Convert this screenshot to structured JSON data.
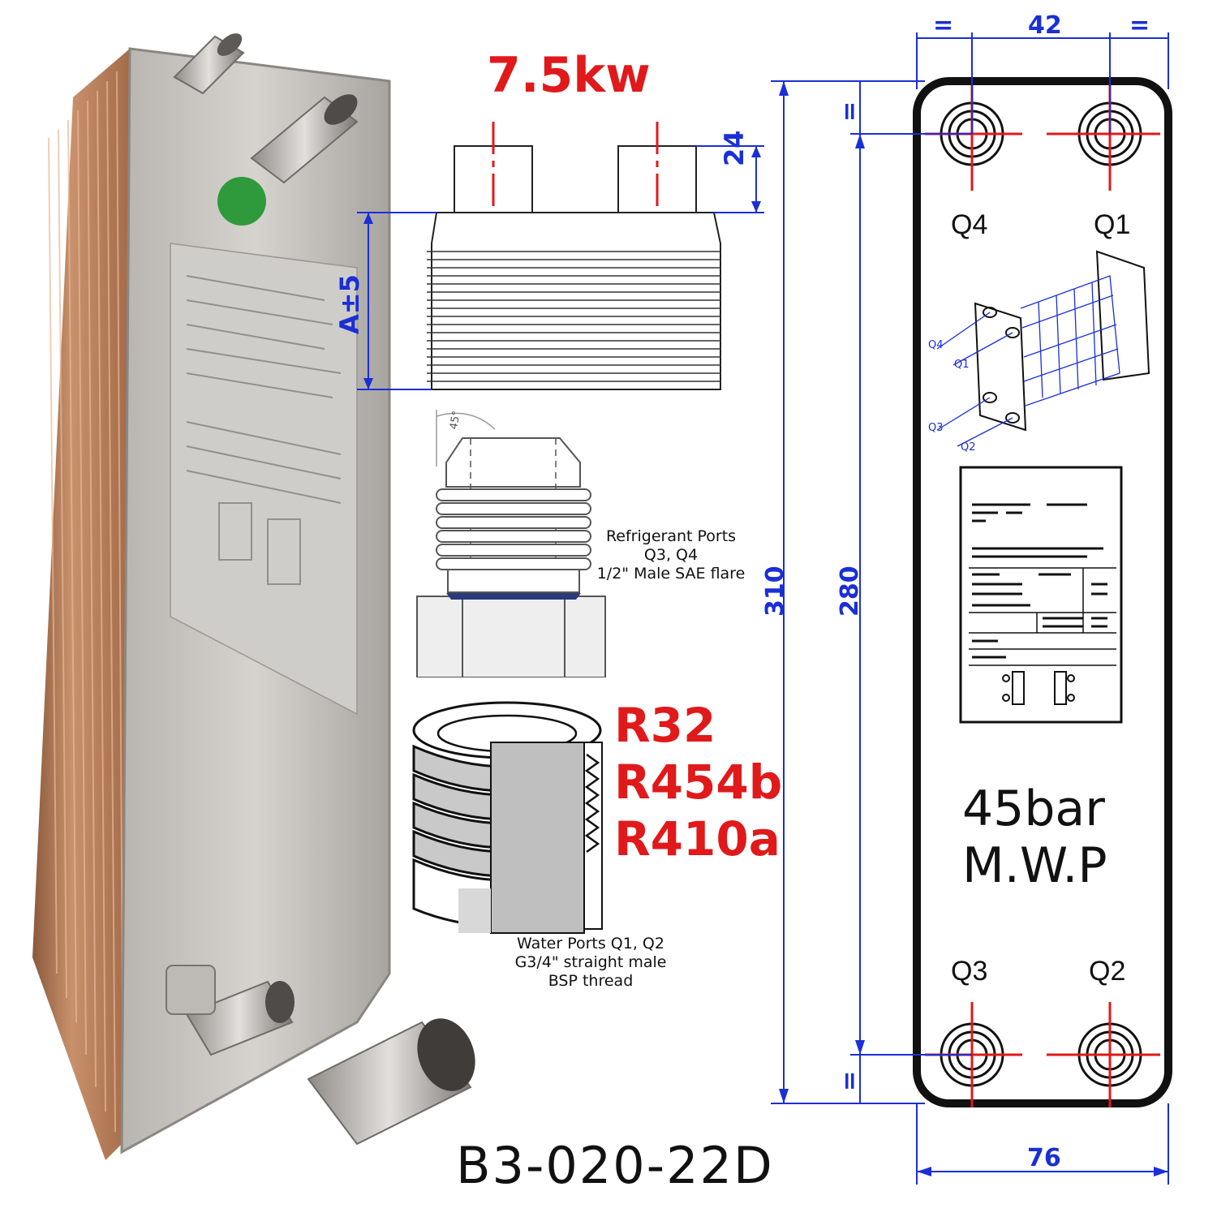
{
  "product": {
    "model": "B3-020-22D",
    "capacity": "7.5kw",
    "pressure_line1": "45bar",
    "pressure_line2": "M.W.P"
  },
  "refrigerants": [
    "R32",
    "R454b",
    "R410a"
  ],
  "refrigerant_ports": {
    "line1": "Refrigerant Ports",
    "line2": "Q3, Q4",
    "line3": "1/2\" Male SAE flare"
  },
  "water_ports": {
    "line1": "Water Ports Q1, Q2",
    "line2": "G3/4\" straight male",
    "line3": "BSP thread"
  },
  "dimensions": {
    "port_spacing": "42",
    "equal": "=",
    "total_height": "310",
    "port_distance": "280",
    "width": "76",
    "stub_height": "24",
    "pack_depth": "A±5",
    "flare_angle": "45°"
  },
  "ports": {
    "top_left": "Q4",
    "top_right": "Q1",
    "bottom_left": "Q3",
    "bottom_right": "Q2",
    "mini_q4": "Q4",
    "mini_q1": "Q1",
    "mini_q3": "Q3",
    "mini_q2": "Q2"
  },
  "colors": {
    "dimension": "#1a2fd6",
    "highlight": "#e0191b",
    "copper": "#b97a57",
    "steel": "#c9c7c3"
  }
}
